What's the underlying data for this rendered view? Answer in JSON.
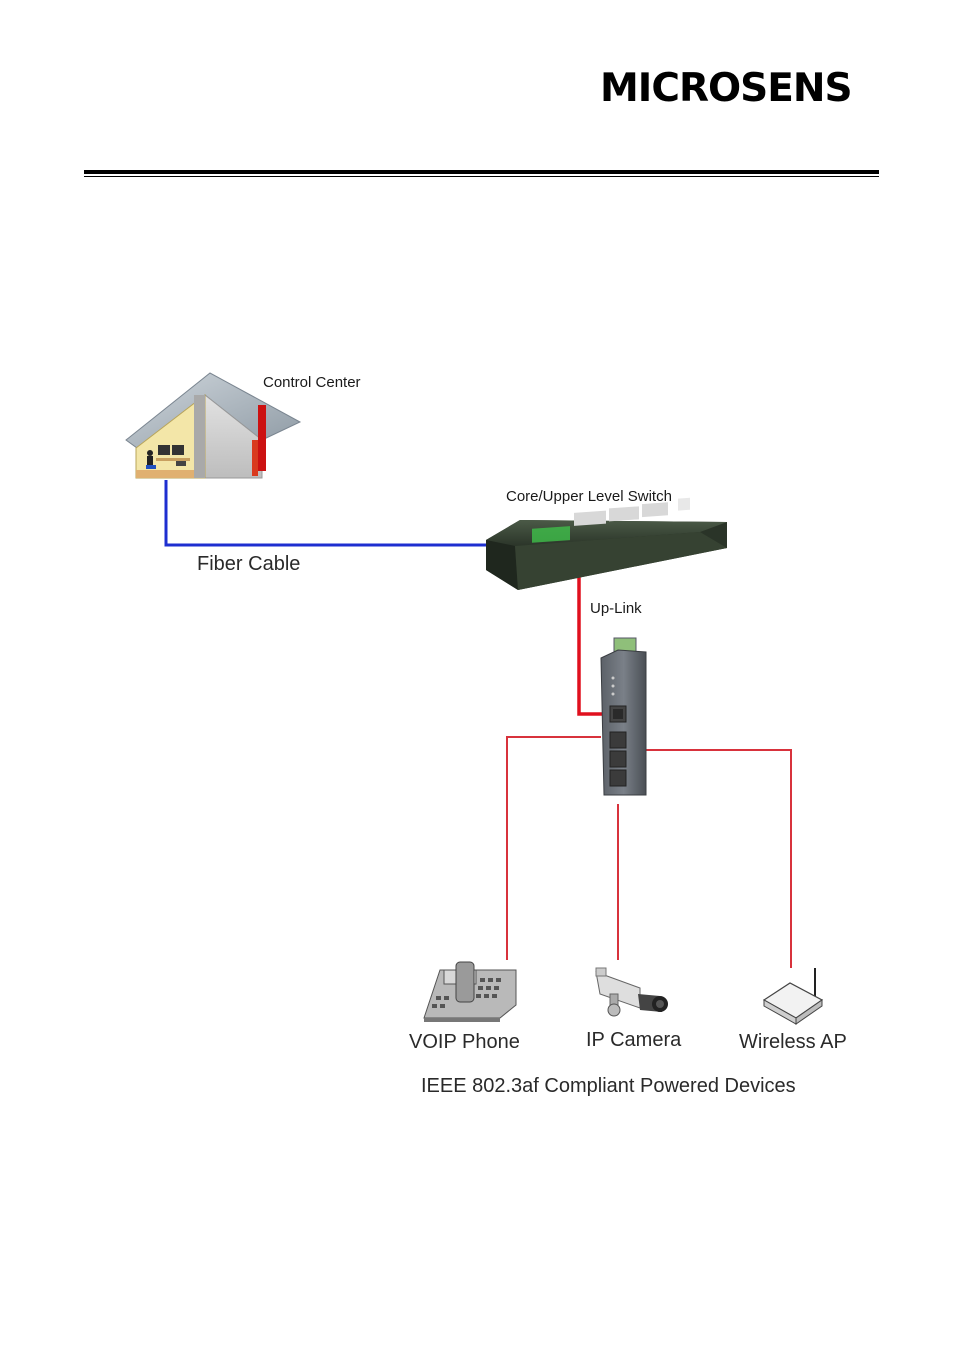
{
  "header": {
    "brand": "MICROSENS"
  },
  "diagram": {
    "control_center": "Control Center",
    "fiber_cable": "Fiber Cable",
    "core_switch": "Core/Upper Level Switch",
    "uplink": "Up-Link",
    "devices": [
      {
        "label": "VOIP Phone",
        "icon": "phone-icon"
      },
      {
        "label": "IP Camera",
        "icon": "camera-icon"
      },
      {
        "label": "Wireless AP",
        "icon": "wireless-ap-icon"
      }
    ],
    "caption": "IEEE 802.3af Compliant Powered Devices"
  },
  "colors": {
    "fiber": "#1e2fd0",
    "uplink": "#e0101e",
    "poe_link": "#d8323c",
    "switch_body": "#2e3a2c"
  }
}
